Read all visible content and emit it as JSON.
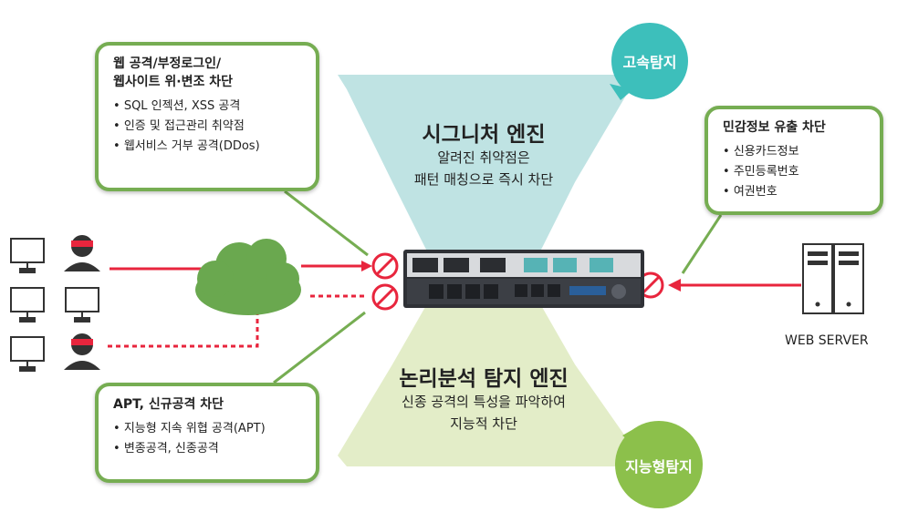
{
  "signature_engine": {
    "title": "시그니처 엔진",
    "desc_line1": "알려진 취약점은",
    "desc_line2": "패턴 매칭으로 즉시 차단",
    "badge": "고속탐지"
  },
  "logic_engine": {
    "title": "논리분석 탐지 엔진",
    "desc_line1": "신종 공격의 특성을 파악하여",
    "desc_line2": "지능적 차단",
    "badge": "지능형탐지"
  },
  "callout_web": {
    "title_line1": "웹 공격/부정로그인/",
    "title_line2": "웹사이트 위·변조 차단",
    "items": [
      "SQL 인젝션, XSS 공격",
      "인증 및 접근관리 취약점",
      "웹서비스 거부 공격(DDos)"
    ]
  },
  "callout_privacy": {
    "title": "민감정보 유출 차단",
    "items": [
      "신용카드정보",
      "주민등록번호",
      "여권번호"
    ]
  },
  "callout_apt": {
    "title": "APT, 신규공격 차단",
    "items": [
      "지능형 지속 위협 공격(APT)",
      "변종공격, 신종공격"
    ]
  },
  "server": {
    "label": "WEB SERVER"
  },
  "colors": {
    "green": "#76ad52",
    "teal_funnel": "#bfe3e3",
    "green_funnel": "#e3edc8",
    "badge_teal": "#3dbfbb",
    "badge_green": "#8cc04b",
    "attack_red": "#e8253d",
    "cloud": "#6aa84f"
  }
}
